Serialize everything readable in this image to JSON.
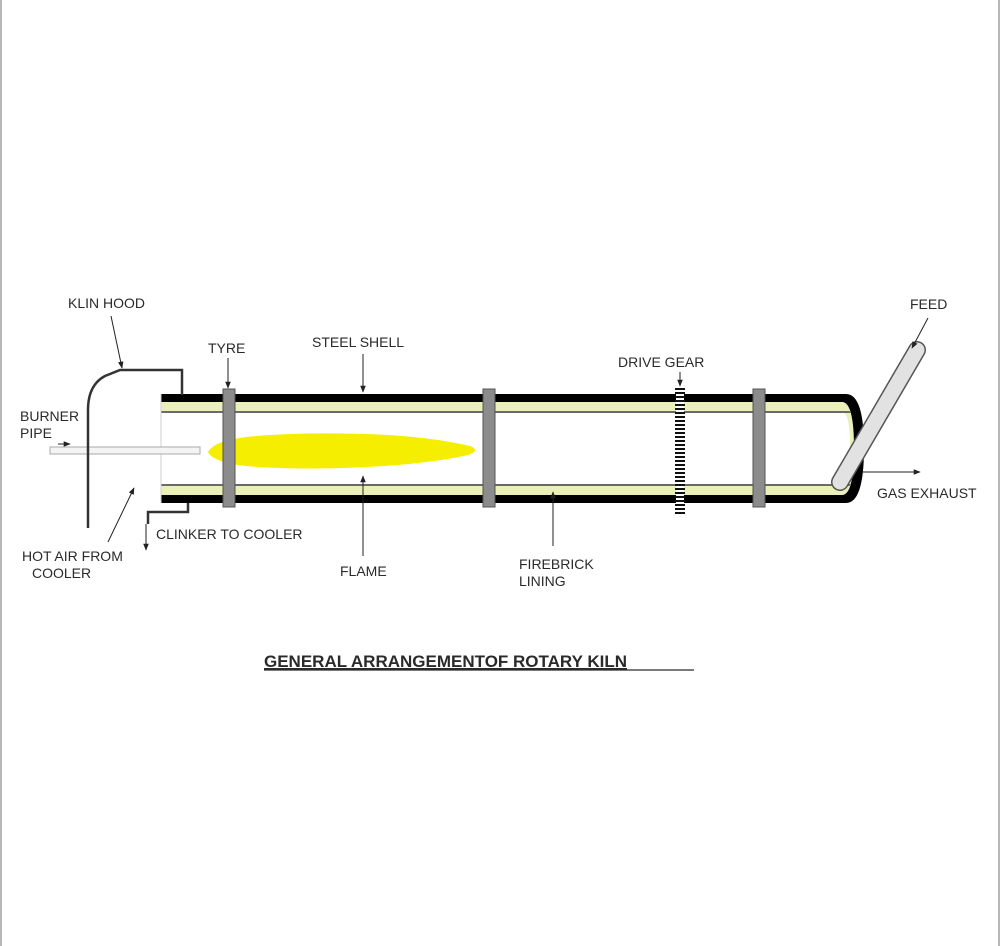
{
  "diagram": {
    "title": "GENERAL  ARRANGEMENTOF ROTARY KILN",
    "labels": {
      "klin_hood": "KLIN HOOD",
      "burner_line1": "BURNER",
      "burner_line2": "PIPE",
      "tyre": "TYRE",
      "steel_shell": "STEEL SHELL",
      "drive_gear": "DRIVE GEAR",
      "feed": "FEED",
      "gas_exhaust": "GAS EXHAUST",
      "hot_air_line1": "HOT AIR FROM",
      "hot_air_line2": "COOLER",
      "clinker": "CLINKER TO COOLER",
      "flame": "FLAME",
      "firebrick_line1": "FIREBRICK",
      "firebrick_line2": "LINING"
    },
    "colors": {
      "shell": "#000000",
      "lining": "#eaf0b8",
      "flame": "#f5ee00",
      "tyre": "#8c8c8c",
      "feed_pipe": "#e2e2e2"
    }
  }
}
